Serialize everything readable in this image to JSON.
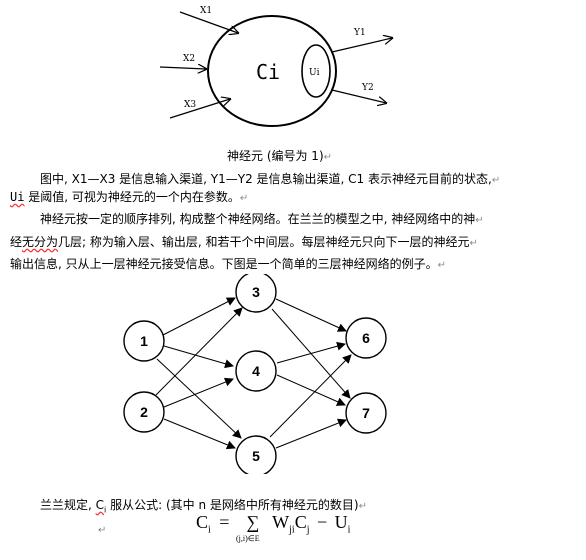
{
  "neuron": {
    "x1": "X1",
    "x2": "X2",
    "x3": "X3",
    "y1": "Y1",
    "y2": "Y2",
    "ci": "Ci",
    "ui": "Ui"
  },
  "caption": "神经元 (编号为 1)",
  "para1": {
    "line1": "图中, X1—X3 是信息输入渠道, Y1—Y2 是信息输出渠道, C1 表示神经元目前的状态,",
    "line2_ui": "Ui",
    "line2_rest": " 是阈值, 可视为神经元的一个内在参数。"
  },
  "para2": {
    "line1": "神经元按一定的顺序排列, 构成整个神经网络。在兰兰的模型之中, 神经网络中的神",
    "line2_a": "经",
    "line2_wavy": "无分为",
    "line2_b": "几层; 称为输入层、输出层, 和若干个中间层。每层神经元只向下一层的神经元",
    "line3": "输出信息, 只从上一层神经元接受信息。下图是一个简单的三层神经网络的例子。"
  },
  "network": {
    "n1": "1",
    "n2": "2",
    "n3": "3",
    "n4": "4",
    "n5": "5",
    "n6": "6",
    "n7": "7"
  },
  "rule": {
    "prefix": "兰兰规定, ",
    "c": "C",
    "sub": "i",
    "mid": " 服从公式: ",
    "note": "(其中 n 是网络中所有神经元的数目)"
  },
  "formula": {
    "lhs": "C",
    "lhs_sub": "i",
    "eq": "=",
    "sigma": "∑",
    "under": "(j,i)∈E",
    "w": "W",
    "w_sub": "ji",
    "c": "C",
    "c_sub": "j",
    "minus": "−",
    "u": "U",
    "u_sub": "i"
  },
  "ret": "↵"
}
